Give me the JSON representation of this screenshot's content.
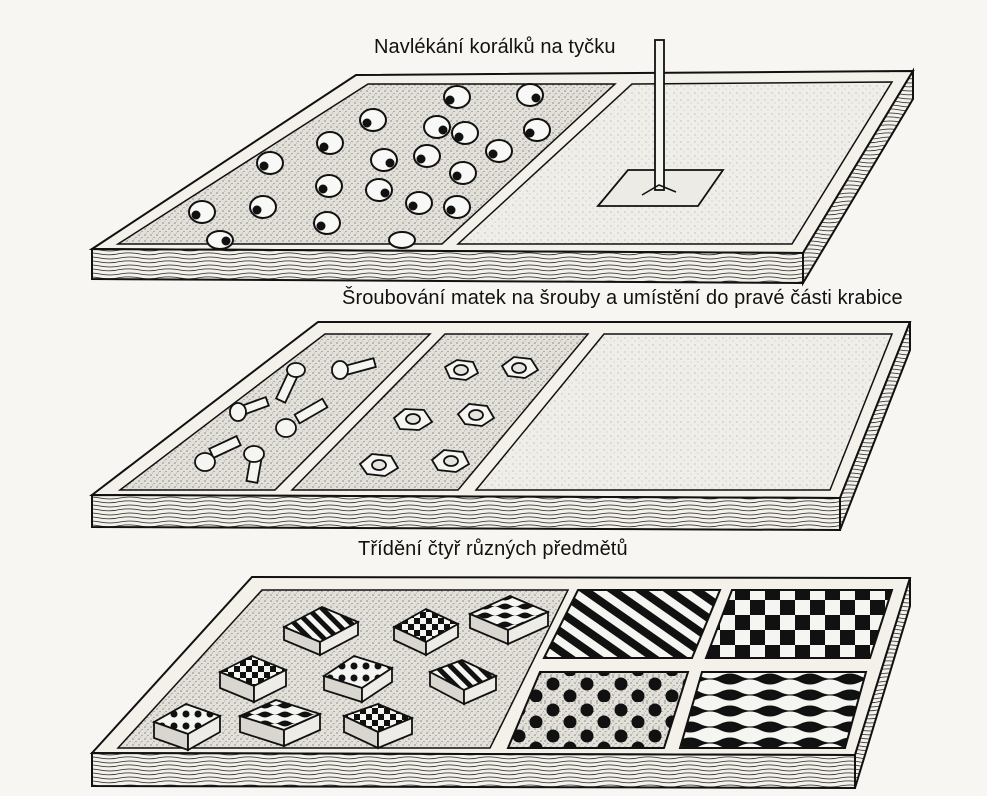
{
  "panels": [
    {
      "caption": "Navlékání korálků na tyčku"
    },
    {
      "caption": "Šroubování matek na šrouby a umístění do pravé části krabice"
    },
    {
      "caption": "Třídění čtyř různých předmětů"
    }
  ],
  "colors": {
    "ink": "#111111",
    "paper": "#f7f6f2",
    "sand": "#dcdad2",
    "light": "#ecebe6"
  }
}
